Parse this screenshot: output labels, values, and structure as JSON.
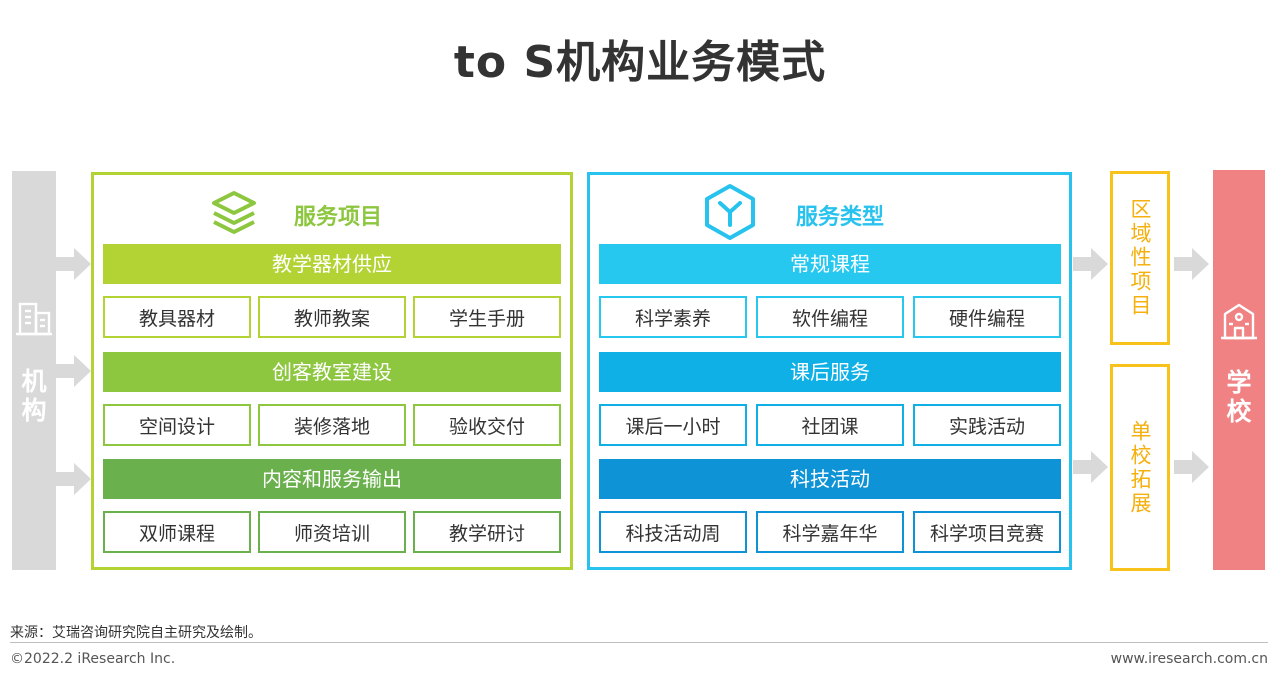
{
  "title": "to S机构业务模式",
  "left_column": {
    "label": "机构"
  },
  "right_column": {
    "label": "学校"
  },
  "service_items": {
    "heading": "服务项目",
    "sections": [
      {
        "bar": "教学器材供应",
        "items": [
          "教具器材",
          "教师教案",
          "学生手册"
        ]
      },
      {
        "bar": "创客教室建设",
        "items": [
          "空间设计",
          "装修落地",
          "验收交付"
        ]
      },
      {
        "bar": "内容和服务输出",
        "items": [
          "双师课程",
          "师资培训",
          "教学研讨"
        ]
      }
    ]
  },
  "service_types": {
    "heading": "服务类型",
    "sections": [
      {
        "bar": "常规课程",
        "items": [
          "科学素养",
          "软件编程",
          "硬件编程"
        ]
      },
      {
        "bar": "课后服务",
        "items": [
          "课后一小时",
          "社团课",
          "实践活动"
        ]
      },
      {
        "bar": "科技活动",
        "items": [
          "科技活动周",
          "科学嘉年华",
          "科学项目竞赛"
        ]
      }
    ]
  },
  "project_tags": {
    "regional": "区域性项目",
    "single_school": "单校拓展"
  },
  "footer": {
    "source": "来源：艾瑞咨询研究院自主研究及绘制。",
    "copyright": "©2022.2 iResearch Inc.",
    "website": "www.iresearch.com.cn"
  },
  "colors": {
    "green_light": "#b3d335",
    "green_mid": "#8dc63f",
    "green_dark": "#6ab04c",
    "blue_light": "#27c8f0",
    "blue_mid": "#0fb0e6",
    "blue_dark": "#0d93d6",
    "tag_yellow": "#f8c21a",
    "school_red": "#f08283",
    "org_gray": "#d9d9d9"
  }
}
